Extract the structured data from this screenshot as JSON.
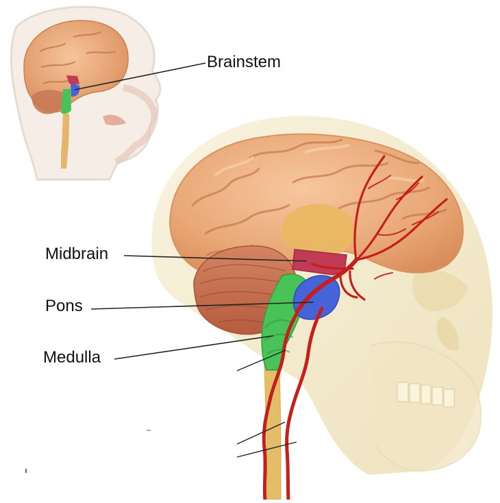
{
  "labels": {
    "brainstem": "Brainstem",
    "midbrain": "Midbrain",
    "pons": "Pons",
    "medulla": "Medulla"
  },
  "colors": {
    "brain": "#e9a877",
    "midbrain": "#c23b55",
    "pons": "#4664d8",
    "medulla": "#49c257",
    "artery": "#c51f1b",
    "spinal_cord": "#e7bf61",
    "skull": "#efe2b8",
    "cerebellum": "#c96d4c"
  }
}
